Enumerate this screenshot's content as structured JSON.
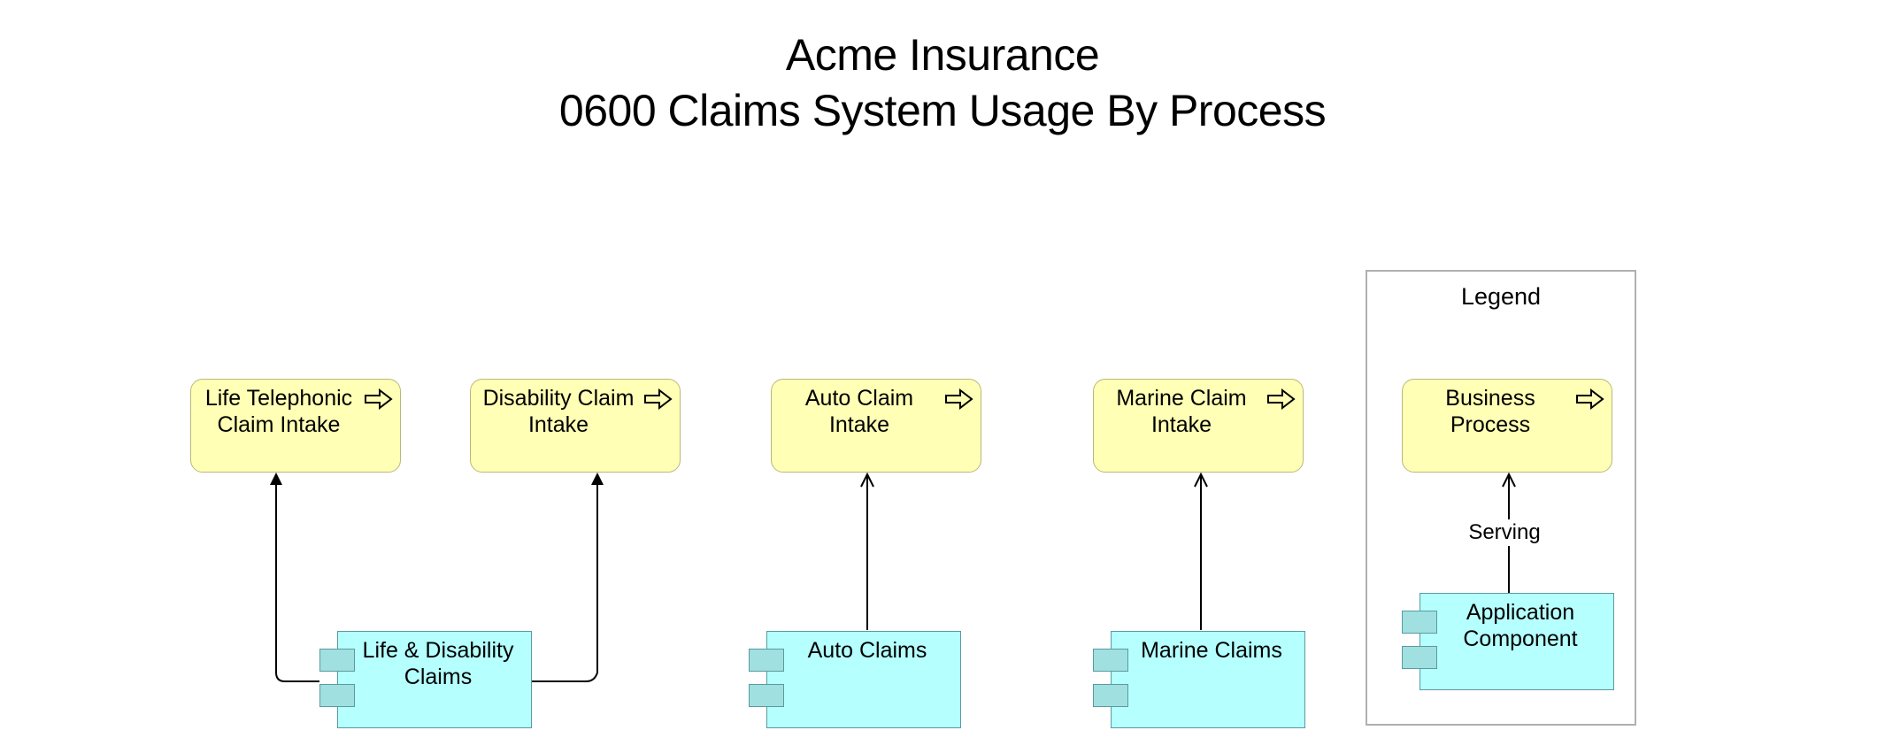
{
  "title": {
    "line1": "Acme Insurance",
    "line2": "0600 Claims System Usage By Process"
  },
  "processes": [
    {
      "id": "life-telephonic-claim-intake",
      "label": "Life Telephonic Claim Intake"
    },
    {
      "id": "disability-claim-intake",
      "label": "Disability Claim Intake"
    },
    {
      "id": "auto-claim-intake",
      "label": "Auto Claim Intake"
    },
    {
      "id": "marine-claim-intake",
      "label": "Marine Claim Intake"
    }
  ],
  "components": [
    {
      "id": "life-disability-claims",
      "label": "Life & Disability Claims"
    },
    {
      "id": "auto-claims",
      "label": "Auto Claims"
    },
    {
      "id": "marine-claims",
      "label": "Marine Claims"
    }
  ],
  "legend": {
    "title": "Legend",
    "process_label": "Business Process",
    "component_label": "Application Component",
    "relation_label": "Serving"
  },
  "colors": {
    "process_fill": "#ffffb5",
    "component_fill": "#b5ffff",
    "legend_border": "#b0b0b0"
  }
}
